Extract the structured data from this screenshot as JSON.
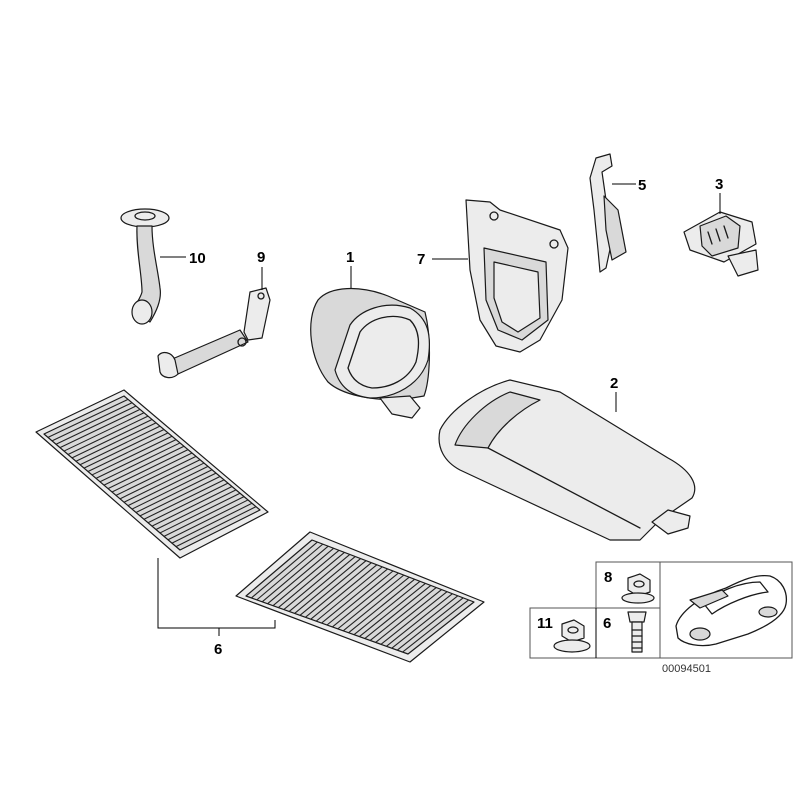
{
  "diagram": {
    "callouts": {
      "p1": "1",
      "p2": "2",
      "p3": "3",
      "p5": "5",
      "p6": "6",
      "p7": "7",
      "p9": "9",
      "p10": "10",
      "inset_8": "8",
      "inset_11": "11",
      "inset_6": "6"
    },
    "drawing_code": "00094501"
  }
}
